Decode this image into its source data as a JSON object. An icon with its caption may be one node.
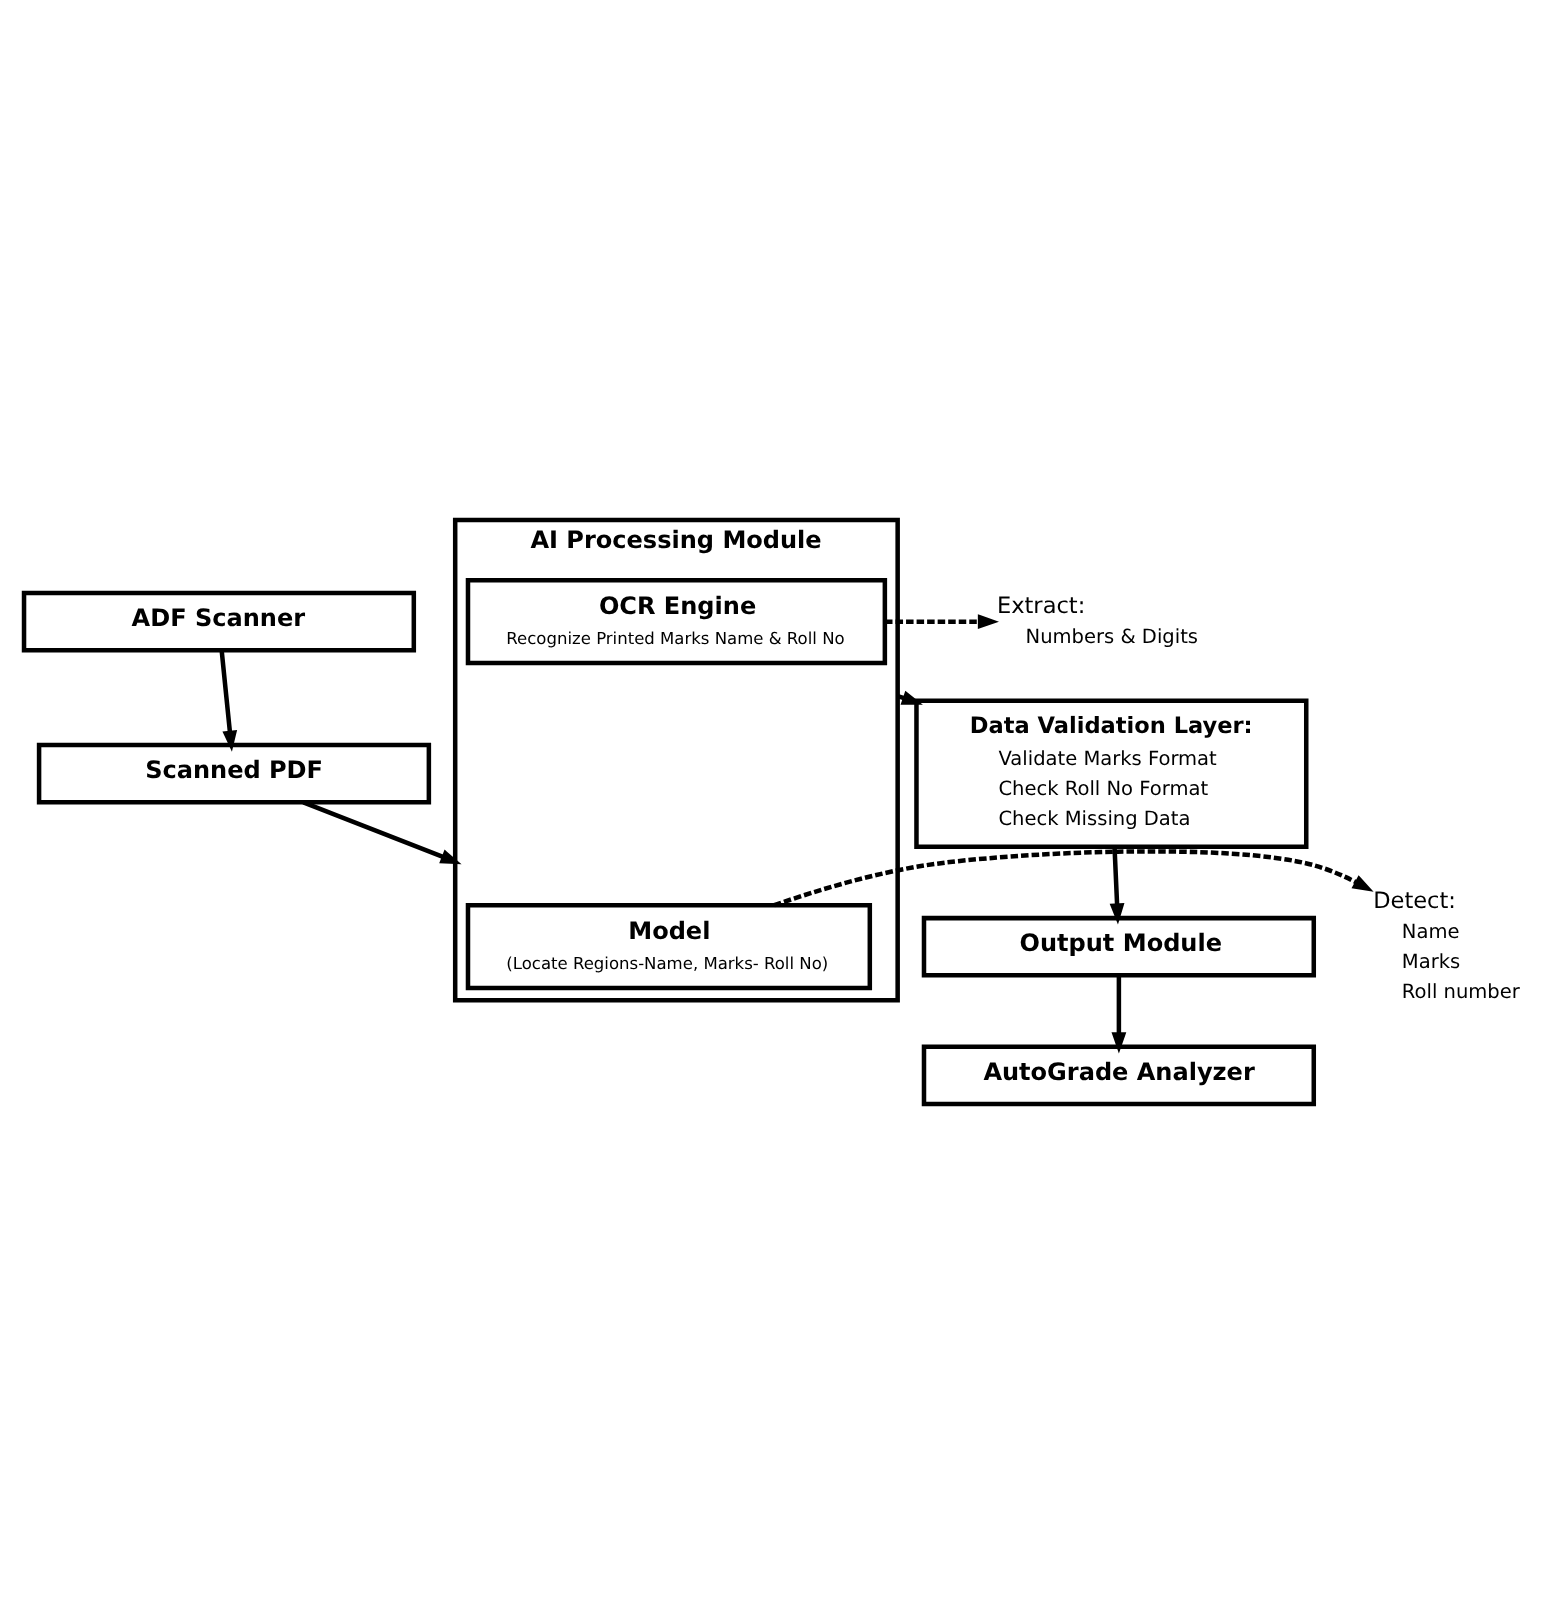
{
  "diagram": {
    "nodes": [
      {
        "text": [
          "ADF Scanner"
        ]
      },
      {
        "text": [
          "Scanned PDF"
        ]
      },
      {
        "text": [
          "AI Processing Module"
        ]
      },
      {
        "text": [
          "Model",
          "(Locate Regions-Name, Marks- Roll No)"
        ],
        "in": 2
      },
      {
        "text": [
          "OCR Engine",
          "Recognize Printed Marks Name & Roll No"
        ],
        "in": 2
      },
      {
        "text": [
          "Detect:",
          "Name",
          "Marks",
          "Roll number"
        ]
      },
      {
        "text": [
          "Extract:",
          "Numbers & Digits"
        ]
      },
      {
        "text": [
          "Data Validation Layer:",
          "Validate Marks Format",
          "Check Roll No Format",
          "Check Missing Data"
        ]
      },
      {
        "text": [
          "Output Module"
        ]
      },
      {
        "text": [
          "AutoGrade Analyzer"
        ]
      }
    ],
    "edges": [
      {
        "from": 0,
        "to": 1,
        "arrow": "to"
      },
      {
        "from": 1,
        "to": 2,
        "arrow": "to"
      },
      {
        "from": 3,
        "to": 5,
        "arrow": "to",
        "style": "dashed"
      },
      {
        "from": 4,
        "to": 6,
        "arrow": "to",
        "style": "dashed"
      },
      {
        "from": 2,
        "to": 7,
        "arrow": "to"
      },
      {
        "from": 7,
        "to": 8,
        "arrow": "to"
      },
      {
        "from": 8,
        "to": 9,
        "arrow": "to"
      }
    ]
  }
}
